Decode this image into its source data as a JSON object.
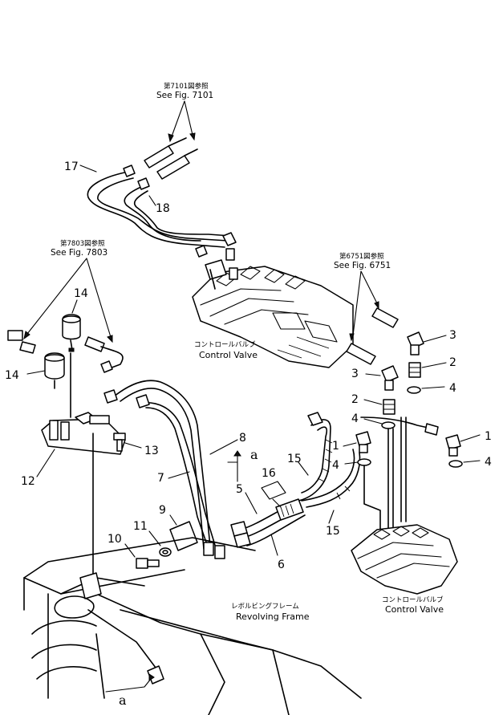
{
  "references": {
    "fig7101": {
      "jp": "第7101図参照",
      "en": "See Fig. 7101"
    },
    "fig7803": {
      "jp": "第7803図参照",
      "en": "See Fig. 7803"
    },
    "fig6751": {
      "jp": "第6751図参照",
      "en": "See Fig. 6751"
    }
  },
  "components": {
    "control_valve_top": {
      "jp": "コントロールバルブ",
      "en": "Control Valve"
    },
    "control_valve_right": {
      "jp": "コントロールバルブ",
      "en": "Control Valve"
    },
    "revolving_frame": {
      "jp": "レボルビングフレーム",
      "en": "Revolving Frame"
    }
  },
  "section_marks": {
    "upper": "a",
    "lower": "a"
  },
  "callouts": {
    "c1a": "1",
    "c1b": "1",
    "c2a": "2",
    "c2b": "2",
    "c3a": "3",
    "c3b": "3",
    "c4a": "4",
    "c4b": "4",
    "c4c": "4",
    "c4d": "4",
    "c5": "5",
    "c6": "6",
    "c7": "7",
    "c8": "8",
    "c9": "9",
    "c10": "10",
    "c11": "11",
    "c12": "12",
    "c13": "13",
    "c14": "14",
    "c14b": "14",
    "c15a": "15",
    "c15b": "15",
    "c16": "16",
    "c17": "17",
    "c18": "18"
  }
}
